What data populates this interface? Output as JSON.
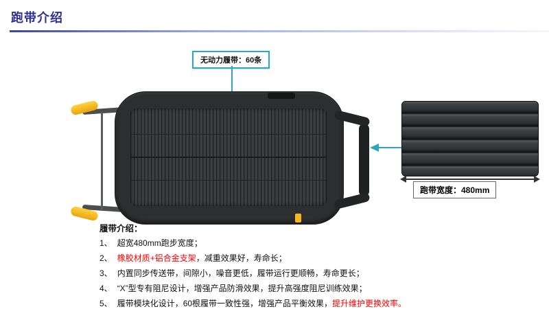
{
  "page": {
    "title": "跑带介绍"
  },
  "callout": {
    "label": "无动力履带：60条"
  },
  "detail_panel": {
    "width_label": "跑带宽度：480mm"
  },
  "description": {
    "heading": "履带介绍：",
    "items": [
      {
        "num": "1、",
        "pre": "超宽480mm跑步宽度；",
        "red": "",
        "post": ""
      },
      {
        "num": "2、",
        "pre": "",
        "red": "橡胶材质+铝合金支架",
        "post": "，减重效果好，寿命长；"
      },
      {
        "num": "3、",
        "pre": "内置同步传送带，间隙小，噪音更低，履带运行更顺畅，寿命更长；",
        "red": "",
        "post": ""
      },
      {
        "num": "4、",
        "pre": "“X”型专有阻尼设计，增强产品防滑效果，提升高强度阻尼训练效果；",
        "red": "",
        "post": ""
      },
      {
        "num": "5、",
        "pre": "履带模块化设计，60根履带一致性强，增强产品平衡效果，",
        "red": "提升维护更换效率。",
        "post": ""
      }
    ]
  },
  "colors": {
    "accent": "#2e3192",
    "teal": "#29a7c3",
    "red": "#ff0000",
    "yellow": "#f5b71d",
    "body_dark": "#2c2e30"
  }
}
